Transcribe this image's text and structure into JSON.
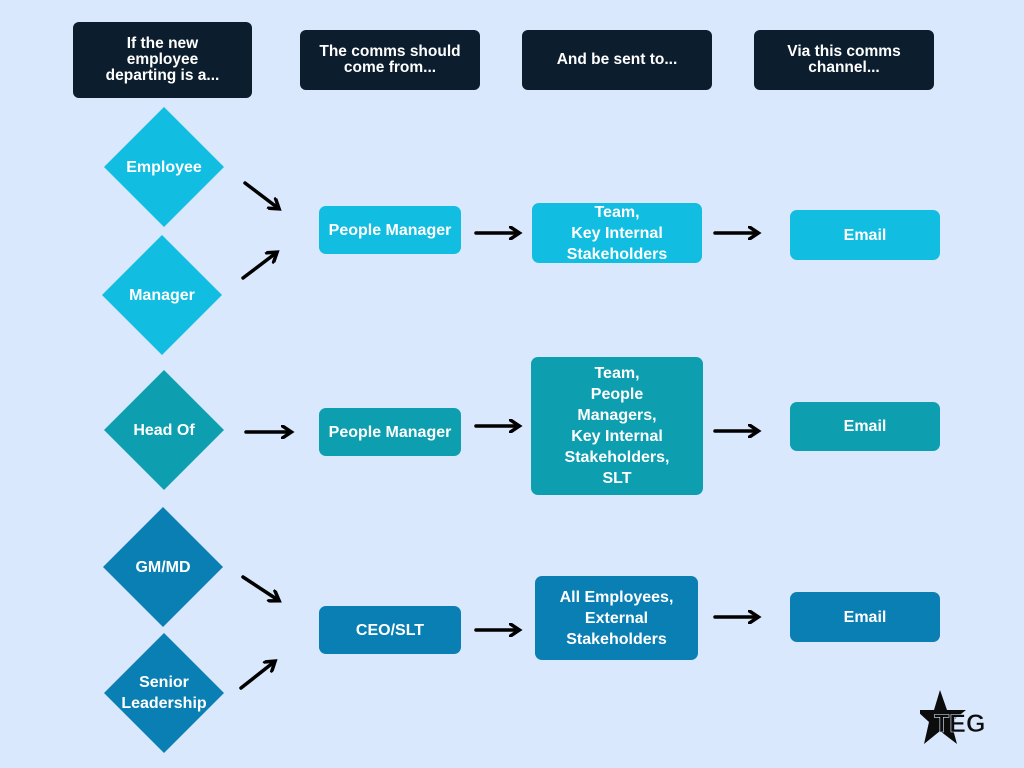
{
  "headers": {
    "col1": "If the new\nemployee\ndeparting is a...",
    "col2": "The comms should\ncome from...",
    "col3": "And be sent to...",
    "col4": "Via this comms\nchannel..."
  },
  "rows": [
    {
      "roles": [
        "Employee",
        "Manager"
      ],
      "from": "People Manager",
      "sent_to": "Team,\nKey Internal\nStakeholders",
      "channel": "Email"
    },
    {
      "roles": [
        "Head Of"
      ],
      "from": "People Manager",
      "sent_to": "Team,\nPeople\nManagers,\nKey Internal\nStakeholders,\nSLT",
      "channel": "Email"
    },
    {
      "roles": [
        "GM/MD",
        "Senior\nLeadership"
      ],
      "from": "CEO/SLT",
      "sent_to": "All Employees,\nExternal\nStakeholders",
      "channel": "Email"
    }
  ],
  "logo": {
    "text": "TEG",
    "icon": "star-icon"
  },
  "colors": {
    "header_bg": "#0c1d2e",
    "row1": "#12bde2",
    "row2": "#0d9fb0",
    "row3": "#0a7fb4",
    "background": "#d9e8fc"
  }
}
